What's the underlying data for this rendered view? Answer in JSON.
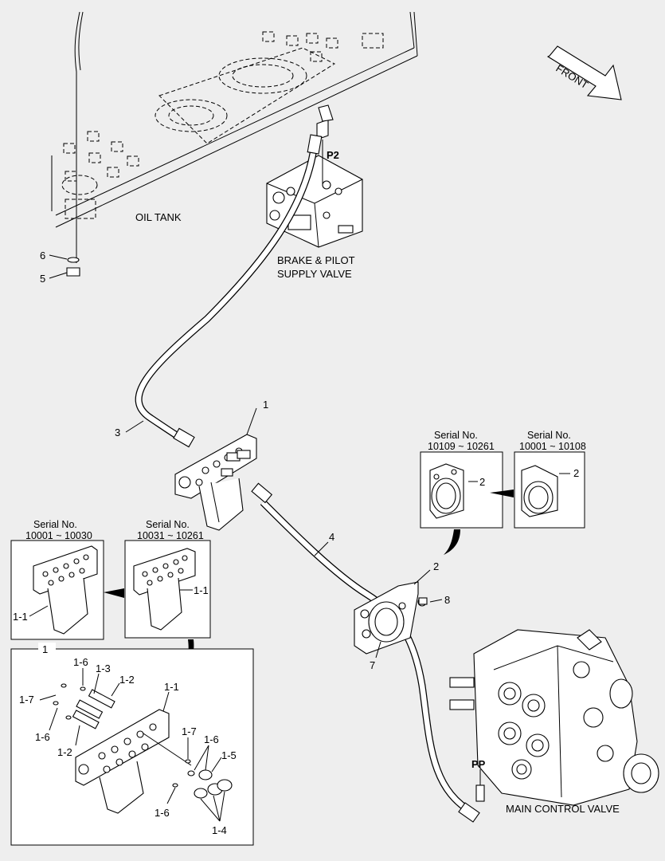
{
  "labels": {
    "front": "FRONT",
    "oil_tank": "OIL TANK",
    "brake_valve_line1": "BRAKE & PILOT",
    "brake_valve_line2": "SUPPLY VALVE",
    "p2": "P2",
    "pp": "PP",
    "main_control_valve": "MAIN CONTROL VALVE"
  },
  "callouts": {
    "c1": "1",
    "c2": "2",
    "c3": "3",
    "c4": "4",
    "c5": "5",
    "c6": "6",
    "c7": "7",
    "c8": "8"
  },
  "inset_brackets_2": {
    "left": {
      "serial_title": "Serial No.",
      "serial_range": "10109 ~ 10261",
      "part": "2"
    },
    "right": {
      "serial_title": "Serial No.",
      "serial_range": "10001 ~ 10108",
      "part": "2"
    }
  },
  "inset_brackets_1": {
    "left": {
      "serial_title": "Serial No.",
      "serial_range": "10001 ~ 10030",
      "part": "1-1"
    },
    "right": {
      "serial_title": "Serial No.",
      "serial_range": "10031 ~ 10261",
      "part": "1-1"
    }
  },
  "exploded_view": {
    "title": "1",
    "parts": {
      "p1_6a": "1-6",
      "p1_3": "1-3",
      "p1_2a": "1-2",
      "p1_7a": "1-7",
      "p1_6b": "1-6",
      "p1_2b": "1-2",
      "p1_1": "1-1",
      "p1_7b": "1-7",
      "p1_6c": "1-6",
      "p1_5": "1-5",
      "p1_6d": "1-6",
      "p1_4": "1-4"
    }
  }
}
